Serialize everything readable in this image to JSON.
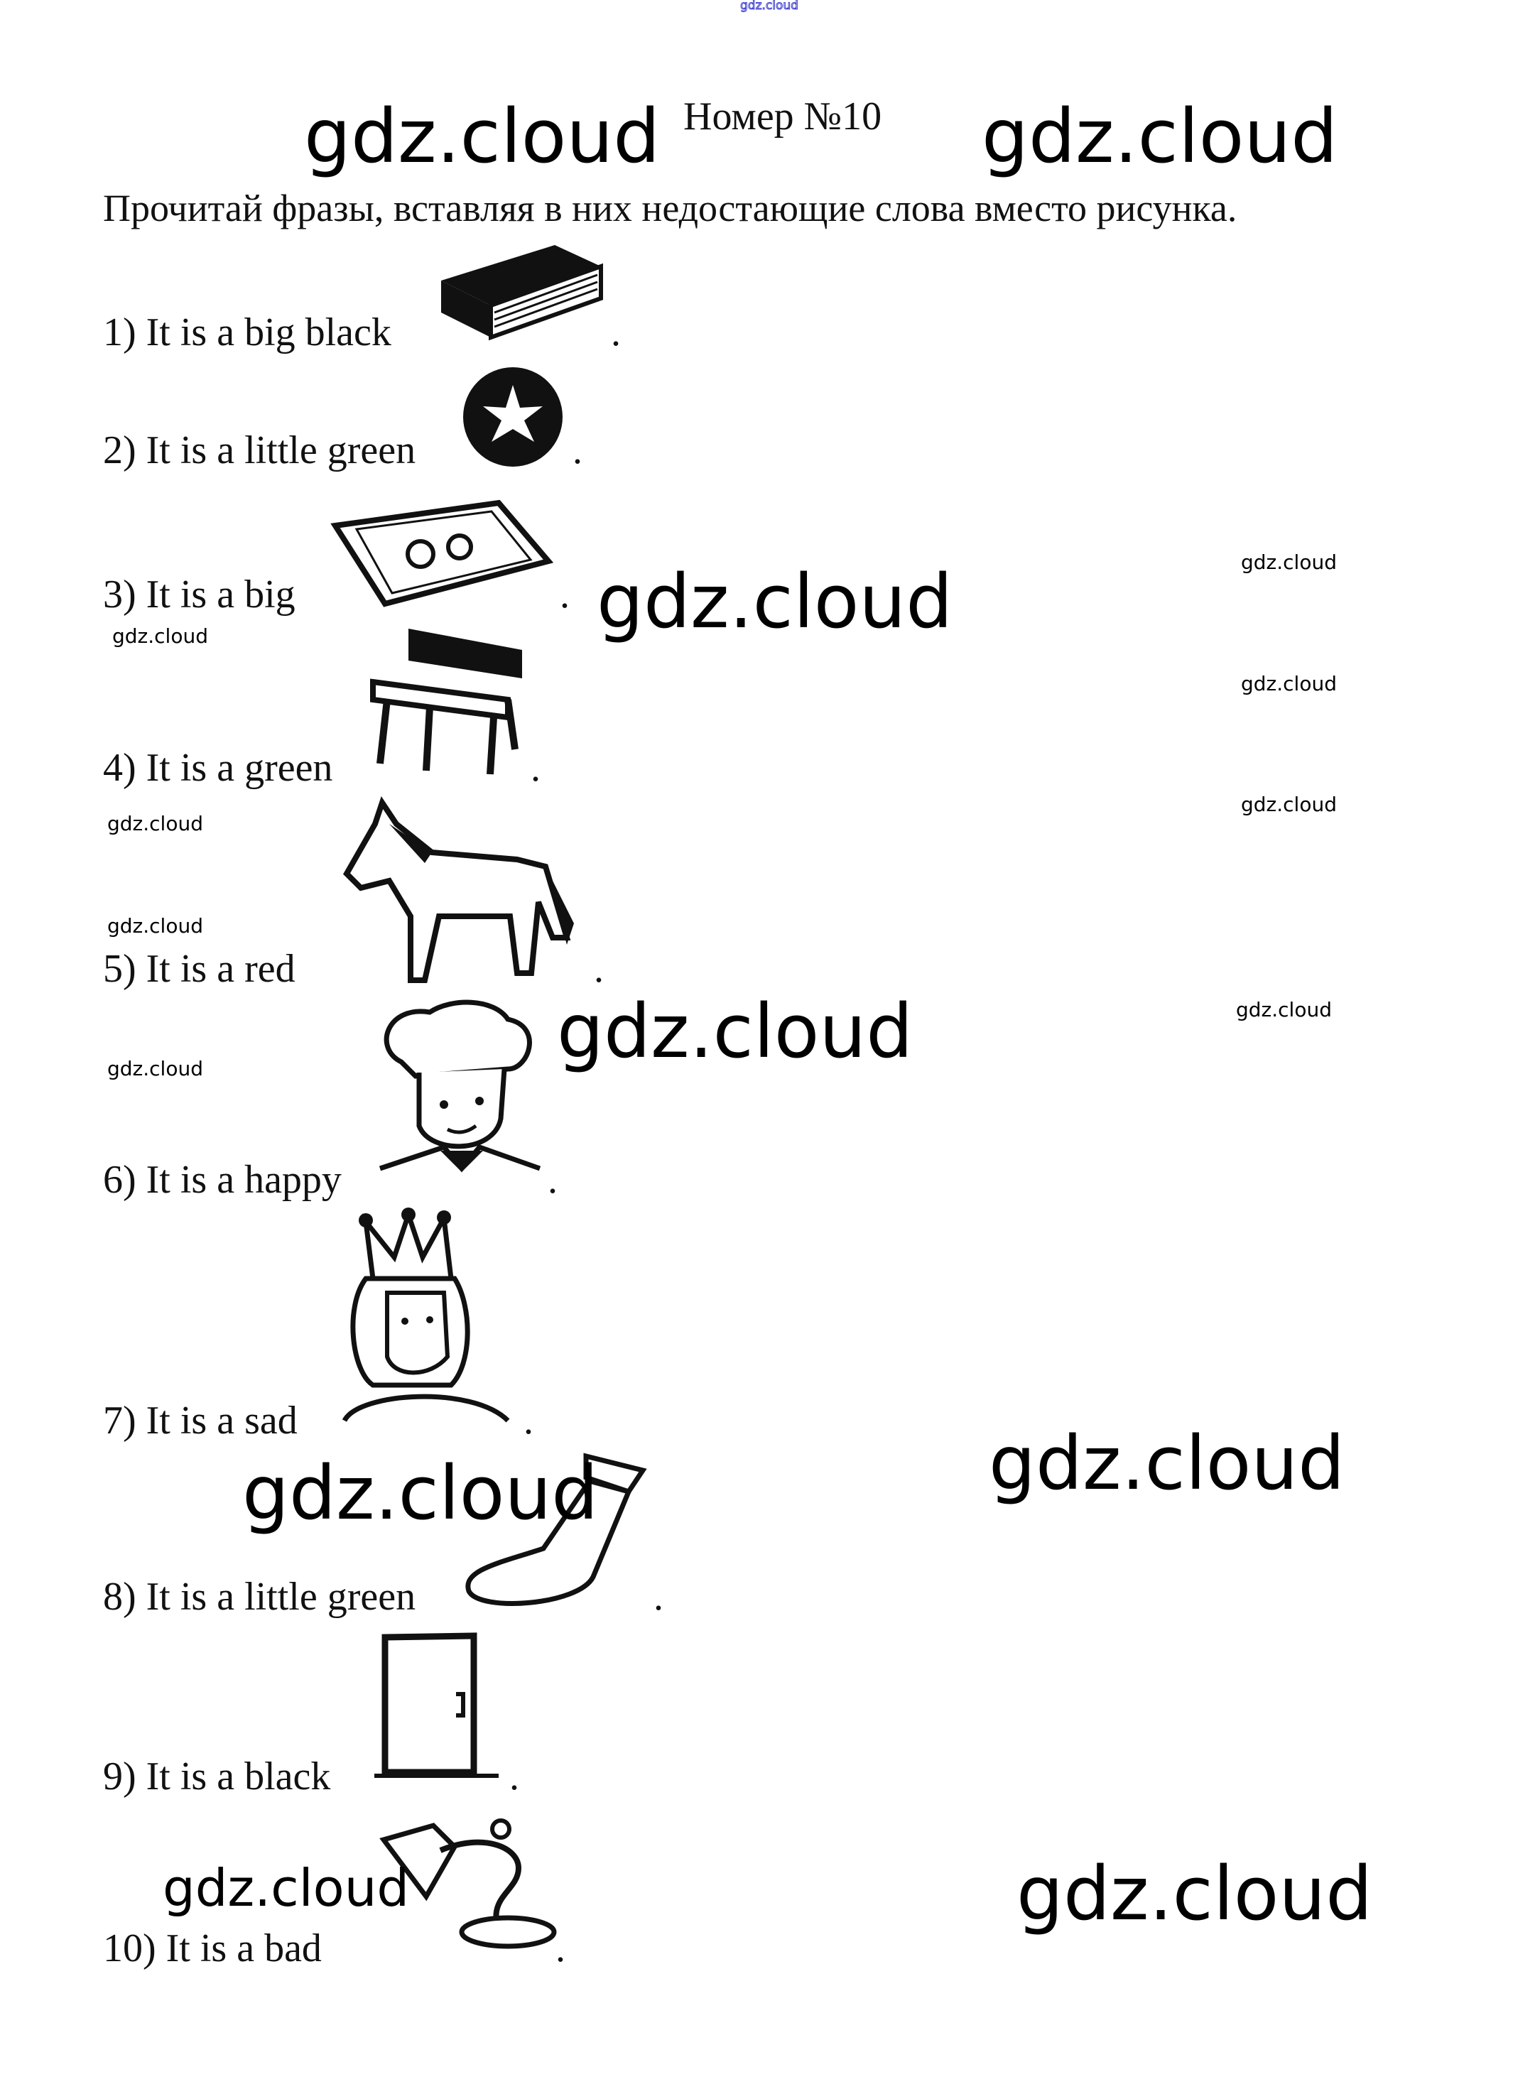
{
  "watermark_text": "gdz.cloud",
  "title": "Номер №10",
  "instruction": "Прочитай фразы, вставляя в них недостающие слова вместо рисунка.",
  "items": [
    {
      "text": "1) It is a big black",
      "picture": "book-icon",
      "end": "."
    },
    {
      "text": "2) It is a little green",
      "picture": "ball-icon",
      "end": "."
    },
    {
      "text": "3) It is a big",
      "picture": "carpet-icon",
      "end": "."
    },
    {
      "text": "4) It is a green",
      "picture": "bench-icon",
      "end": "."
    },
    {
      "text": "5) It is a red",
      "picture": "horse-icon",
      "end": "."
    },
    {
      "text": "6) It is a happy",
      "picture": "cook-icon",
      "end": "."
    },
    {
      "text": "7) It is a sad",
      "picture": "queen-icon",
      "end": "."
    },
    {
      "text": "8) It is a little green",
      "picture": "sock-icon",
      "end": "."
    },
    {
      "text": "9) It is a black",
      "picture": "door-icon",
      "end": "."
    },
    {
      "text": "10) It is a bad",
      "picture": "lamp-icon",
      "end": "."
    }
  ]
}
